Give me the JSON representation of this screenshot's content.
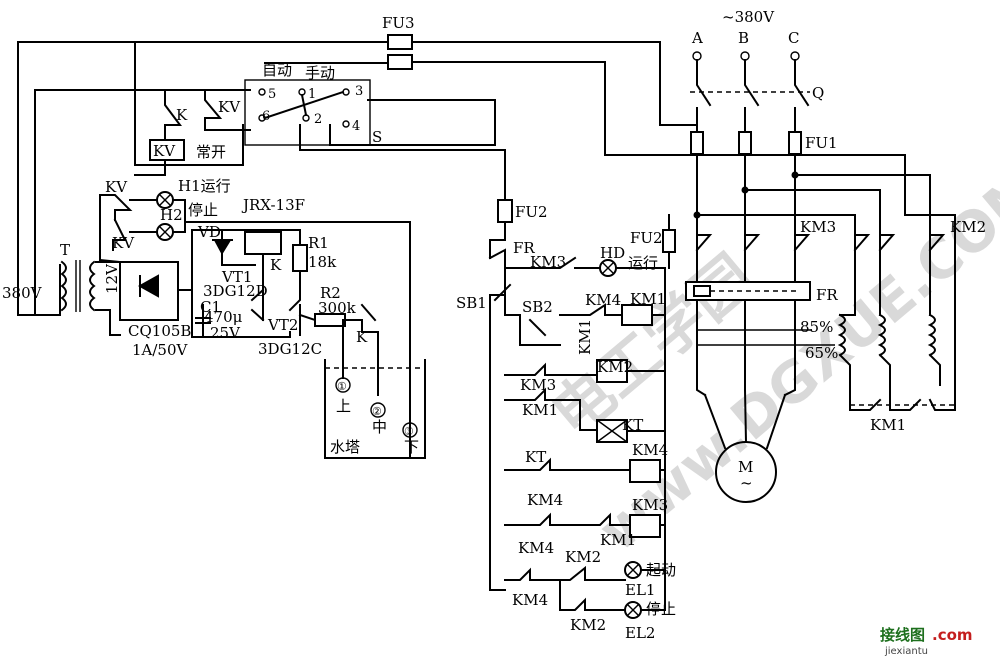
{
  "labels": {
    "fu3": "FU3",
    "v380": "~380V",
    "a": "A",
    "b": "B",
    "c": "C",
    "q": "Q",
    "fu1": "FU1",
    "fu2_top": "FU2",
    "fu2_right": "FU2",
    "fr_top": "FR",
    "fr_right": "FR",
    "auto": "自动",
    "manual": "手动",
    "pos5": "5",
    "pos1": "1",
    "pos3": "3",
    "pos6": "6",
    "pos2": "2",
    "pos4": "4",
    "s": "S",
    "k_top": "K",
    "kv_top": "KV",
    "kv_box": "KV",
    "normally_open": "常开",
    "kv_h1": "KV",
    "h1_run": "H1运行",
    "h2": "H2",
    "stop_left": "停止",
    "kv_h2": "KV",
    "jrx": "JRX-13F",
    "vd": "VD",
    "k_relay": "K",
    "r1": "R1",
    "r1_val": "18k",
    "t": "T",
    "v380_left": "380V",
    "v12": "12V",
    "vt1": "VT1",
    "vt1_type": "3DG12D",
    "c1": "C1",
    "c1_val": "470μ",
    "c1_volt": "25V",
    "cq": "CQ105B",
    "cq_rating": "1A/50V",
    "r2": "R2",
    "r2_val": "300k",
    "vt2": "VT2",
    "vt2_type": "3DG12C",
    "k_probe": "K",
    "p1": "①",
    "p1_t": "上",
    "p2": "②",
    "p2_t": "中",
    "p3": "③",
    "p3_t": "下",
    "tower": "水塔",
    "km3_hd": "KM3",
    "hd": "HD",
    "run_right": "运行",
    "sb1": "SB1",
    "sb2": "SB2",
    "km4_a": "KM4",
    "km1_coil": "KM1",
    "km1_v": "KM1",
    "km3_a": "KM3",
    "km2_coil": "KM2",
    "km1_b": "KM1",
    "kt_coil": "KT",
    "kt_contact": "KT",
    "km4_coil": "KM4",
    "km4_b": "KM4",
    "km3_coil": "KM3",
    "km1_c": "KM1",
    "km4_c": "KM4",
    "km2_a": "KM2",
    "el1": "EL1",
    "start": "起动",
    "km4_d": "KM4",
    "km2_b": "KM2",
    "el2": "EL2",
    "stop_right": "停止",
    "km3_main": "KM3",
    "km2_main": "KM2",
    "tap85": "85%",
    "tap65": "65%",
    "km1_main": "KM1",
    "motor": "M",
    "motor_ac": "~"
  },
  "watermark": "www.DGXUE.COM",
  "watermark_cn": "电工学园",
  "logo": {
    "main": "接线图",
    "suffix": ".com",
    "sub": "jiexiantu"
  }
}
